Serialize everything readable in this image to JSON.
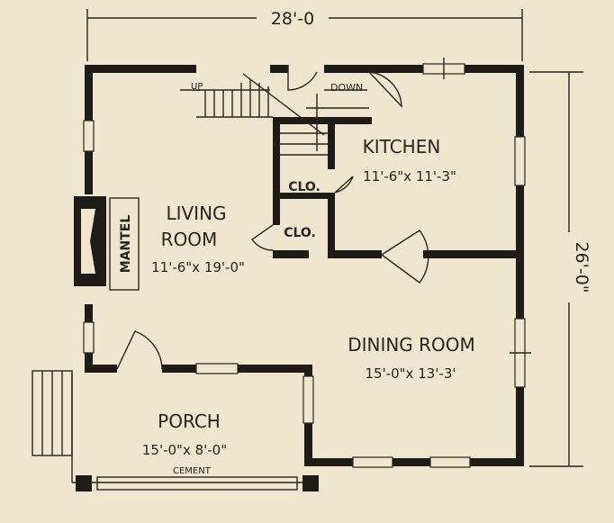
{
  "dimensions": {
    "width_label": "28'-0",
    "depth_label": "26'-0\""
  },
  "rooms": {
    "kitchen": {
      "name": "KITCHEN",
      "size": "11'-6\"x 11'-3\""
    },
    "living_room": {
      "name_line1": "LIVING",
      "name_line2": "ROOM",
      "size": "11'-6\"x 19'-0\""
    },
    "dining_room": {
      "name": "DINING ROOM",
      "size": "15'-0\"x 13'-3'"
    },
    "porch": {
      "name": "PORCH",
      "size": "15'-0\"x 8'-0\"",
      "material": "CEMENT"
    }
  },
  "labels": {
    "mantel": "MANTEL",
    "closet_1": "CLO.",
    "closet_2": "CLO.",
    "stair_up": "UP",
    "stair_down": "DOWN"
  },
  "colors": {
    "paper": "#efe6cf",
    "ink": "#1f1b16"
  }
}
